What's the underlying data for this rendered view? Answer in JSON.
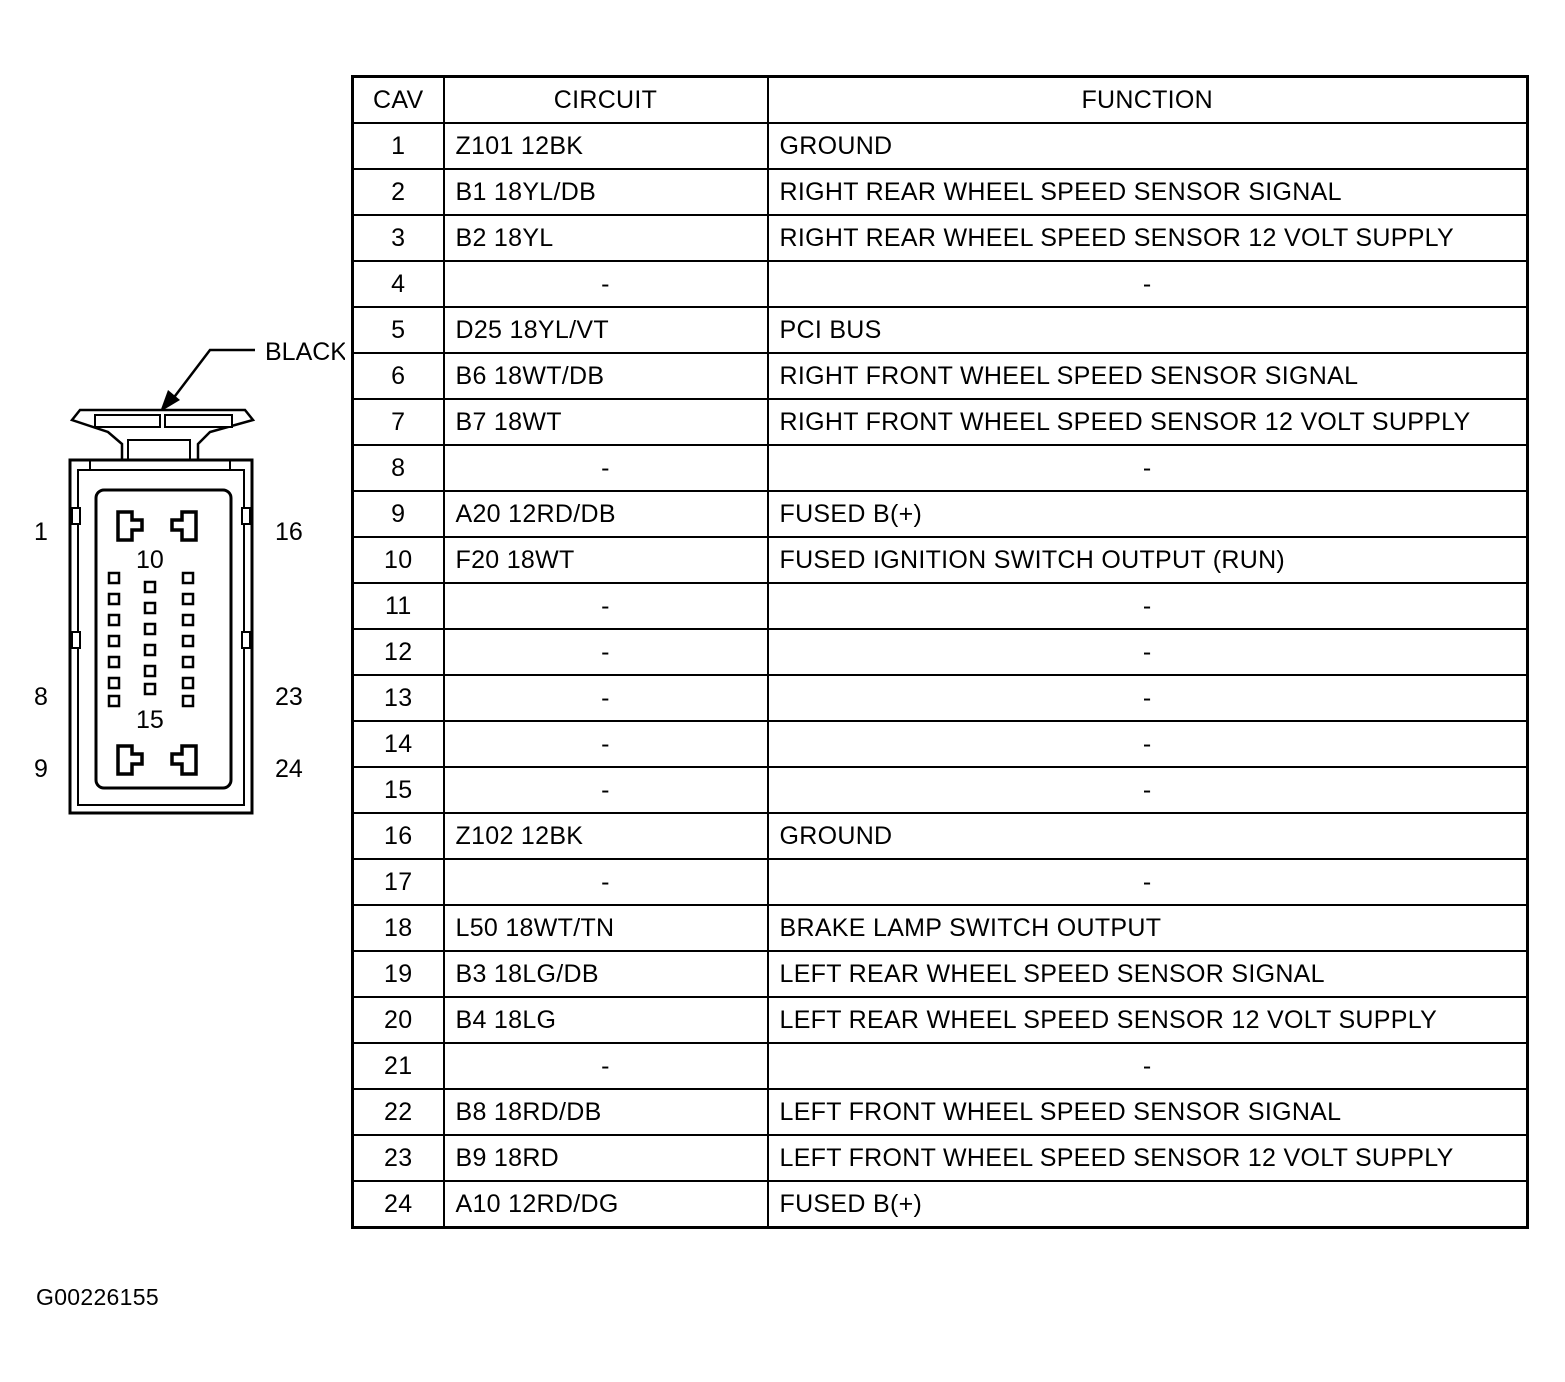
{
  "connector": {
    "color_label": "BLACK",
    "pin_labels": {
      "top_left": "1",
      "top_right": "16",
      "mid_left": "8",
      "mid_right": "23",
      "bottom_left": "9",
      "bottom_right": "24",
      "inner_top": "10",
      "inner_bottom": "15"
    }
  },
  "table": {
    "headers": [
      "CAV",
      "CIRCUIT",
      "FUNCTION"
    ],
    "rows": [
      {
        "cav": "1",
        "circuit": "Z101 12BK",
        "function": "GROUND"
      },
      {
        "cav": "2",
        "circuit": "B1 18YL/DB",
        "function": "RIGHT REAR WHEEL SPEED SENSOR SIGNAL"
      },
      {
        "cav": "3",
        "circuit": "B2 18YL",
        "function": "RIGHT REAR WHEEL SPEED SENSOR 12 VOLT SUPPLY"
      },
      {
        "cav": "4",
        "circuit": "-",
        "function": "-"
      },
      {
        "cav": "5",
        "circuit": "D25 18YL/VT",
        "function": "PCI BUS"
      },
      {
        "cav": "6",
        "circuit": "B6 18WT/DB",
        "function": "RIGHT FRONT WHEEL SPEED SENSOR SIGNAL"
      },
      {
        "cav": "7",
        "circuit": "B7 18WT",
        "function": "RIGHT FRONT WHEEL SPEED SENSOR 12 VOLT SUPPLY"
      },
      {
        "cav": "8",
        "circuit": "-",
        "function": "-"
      },
      {
        "cav": "9",
        "circuit": "A20 12RD/DB",
        "function": "FUSED B(+)"
      },
      {
        "cav": "10",
        "circuit": "F20 18WT",
        "function": "FUSED IGNITION SWITCH OUTPUT (RUN)"
      },
      {
        "cav": "11",
        "circuit": "-",
        "function": "-"
      },
      {
        "cav": "12",
        "circuit": "-",
        "function": "-"
      },
      {
        "cav": "13",
        "circuit": "-",
        "function": "-"
      },
      {
        "cav": "14",
        "circuit": "-",
        "function": "-"
      },
      {
        "cav": "15",
        "circuit": "-",
        "function": "-"
      },
      {
        "cav": "16",
        "circuit": "Z102 12BK",
        "function": "GROUND"
      },
      {
        "cav": "17",
        "circuit": "-",
        "function": "-"
      },
      {
        "cav": "18",
        "circuit": "L50 18WT/TN",
        "function": "BRAKE LAMP SWITCH OUTPUT"
      },
      {
        "cav": "19",
        "circuit": "B3 18LG/DB",
        "function": "LEFT REAR WHEEL SPEED SENSOR SIGNAL"
      },
      {
        "cav": "20",
        "circuit": "B4 18LG",
        "function": "LEFT REAR WHEEL SPEED SENSOR 12 VOLT SUPPLY"
      },
      {
        "cav": "21",
        "circuit": "-",
        "function": "-"
      },
      {
        "cav": "22",
        "circuit": "B8 18RD/DB",
        "function": "LEFT FRONT WHEEL SPEED SENSOR SIGNAL"
      },
      {
        "cav": "23",
        "circuit": "B9 18RD",
        "function": "LEFT FRONT WHEEL SPEED SENSOR 12 VOLT SUPPLY"
      },
      {
        "cav": "24",
        "circuit": "A10 12RD/DG",
        "function": "FUSED B(+)"
      }
    ]
  },
  "figure_id": "G00226155"
}
